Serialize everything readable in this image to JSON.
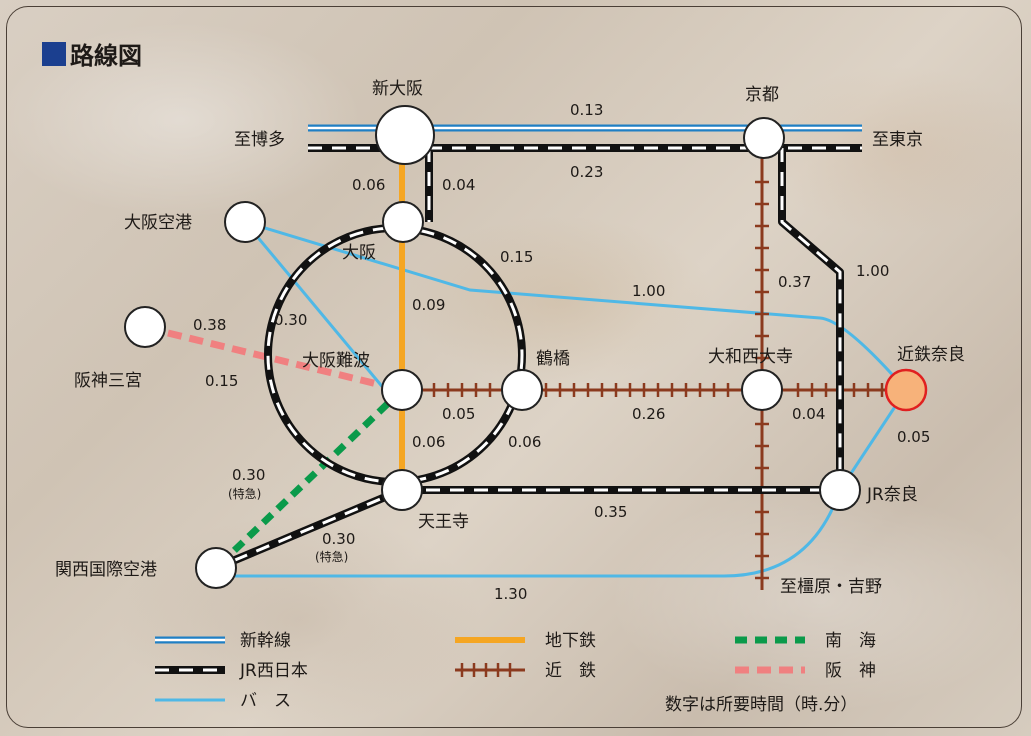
{
  "title": "路線図",
  "stations": {
    "shin_osaka": "新大阪",
    "kyoto": "京都",
    "hakata": "至博多",
    "tokyo": "至東京",
    "osaka_airport": "大阪空港",
    "osaka": "大阪",
    "hanshin_sannomiya": "阪神三宮",
    "osaka_namba": "大阪難波",
    "tsuruhashi": "鶴橋",
    "yamato_saidaiji": "大和西大寺",
    "kintetsu_nara": "近鉄奈良",
    "tennoji": "天王寺",
    "jr_nara": "JR奈良",
    "kansai_airport": "関西国際空港",
    "kashihara": "至橿原・吉野"
  },
  "times": {
    "shinkansen": "0.13",
    "jr_top": "0.23",
    "sub_shin_osaka": "0.06",
    "jr_shin_osaka": "0.04",
    "loop_ne": "0.15",
    "kyoto_jr_nara": "1.00",
    "kyoto_saidaiji": "0.37",
    "bus_osaka_airport": "1.00",
    "sub_osaka_namba": "0.09",
    "hanshin_a": "0.38",
    "bus_airport_namba": "0.30",
    "hanshin_b": "0.15",
    "namba_tsuruhashi": "0.05",
    "tsuruhashi_saidaiji": "0.26",
    "saidaiji_nara": "0.04",
    "bus_nara": "0.05",
    "sub_namba_tennoji": "0.06",
    "loop_se": "0.06",
    "nankai": "0.30",
    "nankai_note": "(特急)",
    "jr_kix": "0.30",
    "jr_kix_note": "(特急)",
    "tennoji_jr_nara": "0.35",
    "bus_kix": "1.30"
  },
  "legend": {
    "shinkansen": "新幹線",
    "subway": "地下鉄",
    "nankai": "南　海",
    "jr_west": "JR西日本",
    "kintetsu": "近　鉄",
    "hanshin": "阪　神",
    "bus": "バ　ス",
    "note": "数字は所要時間（時.分）"
  },
  "colors": {
    "shinkansen": "#1f7fc4",
    "jr": "#111111",
    "subway": "#f5a623",
    "kintetsu": "#8b3a1e",
    "bus": "#4fb8e6",
    "nankai": "#0a9a4a",
    "hanshin": "#f08080",
    "title_square": "#1b3f8f",
    "kintetsu_nara_fill": "#f7b27a",
    "kintetsu_nara_stroke": "#e02020"
  }
}
